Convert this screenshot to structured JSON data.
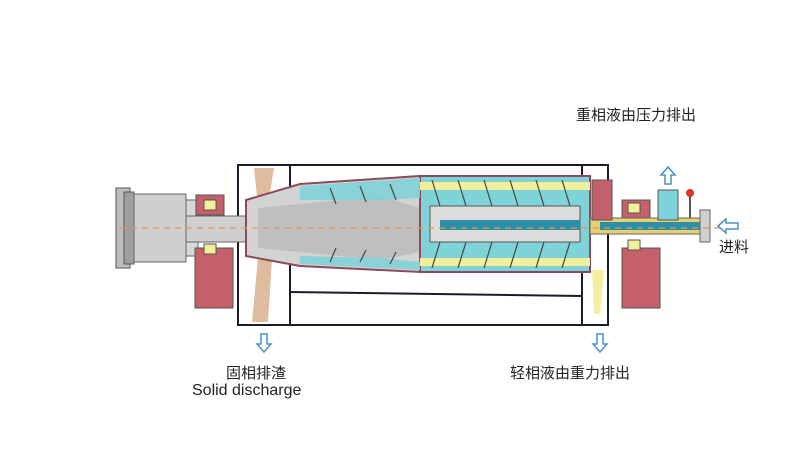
{
  "labels": {
    "heavy_phase": "重相液由压力排出",
    "feed": "进料",
    "light_phase": "轻相液由重力排出",
    "solid_cn": "固相排渣",
    "solid_en": "Solid discharge"
  },
  "colors": {
    "frame": "#1a1a2a",
    "housing_red": "#c3606a",
    "bowl_gray": "#c8c8c8",
    "liquid_cyan": "#7fd2d8",
    "liquid_yellow": "#f2ee9a",
    "conveyor_blue": "#2c8fa8",
    "arrow_blue": "#4a90c8",
    "solid_tan": "#d9b08c",
    "feed_yellow": "#e8d070",
    "valve_red": "#e03030"
  }
}
